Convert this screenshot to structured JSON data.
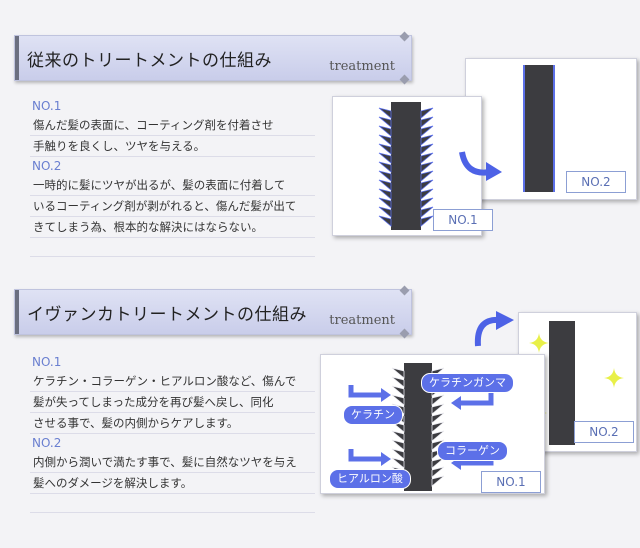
{
  "section1": {
    "title": "従来のトリートメントの仕組み",
    "subtitle": "treatment",
    "items": [
      {
        "label": "NO.1",
        "lines": [
          "傷んだ髪の表面に、コーティング剤を付着させ",
          "手触りを良くし、ツヤを与える。"
        ]
      },
      {
        "label": "NO.2",
        "lines": [
          "一時的に髪にツヤが出るが、髪の表面に付着して",
          "いるコーティング剤が剥がれると、傷んだ髪が出て",
          "きてしまう為、根本的な解決にはならない。"
        ]
      }
    ],
    "diagram": {
      "card1_label": "NO.1",
      "card2_label": "NO.2"
    }
  },
  "section2": {
    "title": "イヴァンカトリートメントの仕組み",
    "subtitle": "treatment",
    "items": [
      {
        "label": "NO.1",
        "lines": [
          "ケラチン・コラーゲン・ヒアルロン酸など、傷んで",
          "髪が失ってしまった成分を再び髪へ戻し、同化",
          "させる事で、髪の内側からケアします。"
        ]
      },
      {
        "label": "NO.2",
        "lines": [
          "内側から潤いで満たす事で、髪に自然なツヤを与え",
          "髪へのダメージを解決します。"
        ]
      }
    ],
    "diagram": {
      "card1_label": "NO.1",
      "card2_label": "NO.2",
      "ingredients": [
        "ケラチンガンマ",
        "ケラチン",
        "コラーゲン",
        "ヒアルロン酸"
      ]
    }
  },
  "colors": {
    "accent": "#5c70e8",
    "label": "#6a7fd0",
    "hair": "#3c3c40",
    "sparkle": "#e8f048"
  }
}
